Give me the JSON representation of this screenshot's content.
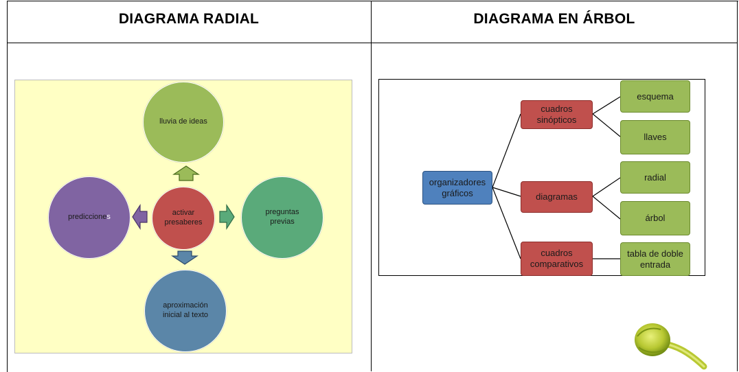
{
  "headers": {
    "left": "DIAGRAMA RADIAL",
    "right": "DIAGRAMA EN ÁRBOL"
  },
  "radial": {
    "center": {
      "line1": "activar",
      "line2": "presaberes",
      "color": "#c0504d"
    },
    "top": {
      "line1": "lluvia de ideas",
      "color": "#9bbb59"
    },
    "right": {
      "line1": "preguntas",
      "line2": "previas",
      "color": "#5aaa7a"
    },
    "bottom": {
      "line1": "aproximación",
      "line2": "inicial al texto",
      "color": "#5b86a8"
    },
    "left": {
      "text_main": "prediccione",
      "text_tail": "s",
      "color": "#8064a2"
    },
    "background_color": "#ffffc4"
  },
  "tree": {
    "root": {
      "line1": "organizadores",
      "line2": "gráficos"
    },
    "branches": [
      {
        "line1": "cuadros",
        "line2": "sinópticos",
        "leaves": [
          "esquema",
          "llaves"
        ]
      },
      {
        "line1": "diagramas",
        "line2": "",
        "leaves": [
          "radial",
          "árbol"
        ]
      },
      {
        "line1": "cuadros",
        "line2": "comparativos",
        "leaves": [
          "tabla de doble entrada"
        ]
      }
    ],
    "leaf_tabla": {
      "line1": "tabla de doble",
      "line2": "entrada"
    },
    "colors": {
      "root": "#4f81bd",
      "branch": "#c0504d",
      "leaf": "#9bbb59"
    }
  },
  "decorations": {
    "flower_bud_icon": "flower-bud-icon"
  }
}
